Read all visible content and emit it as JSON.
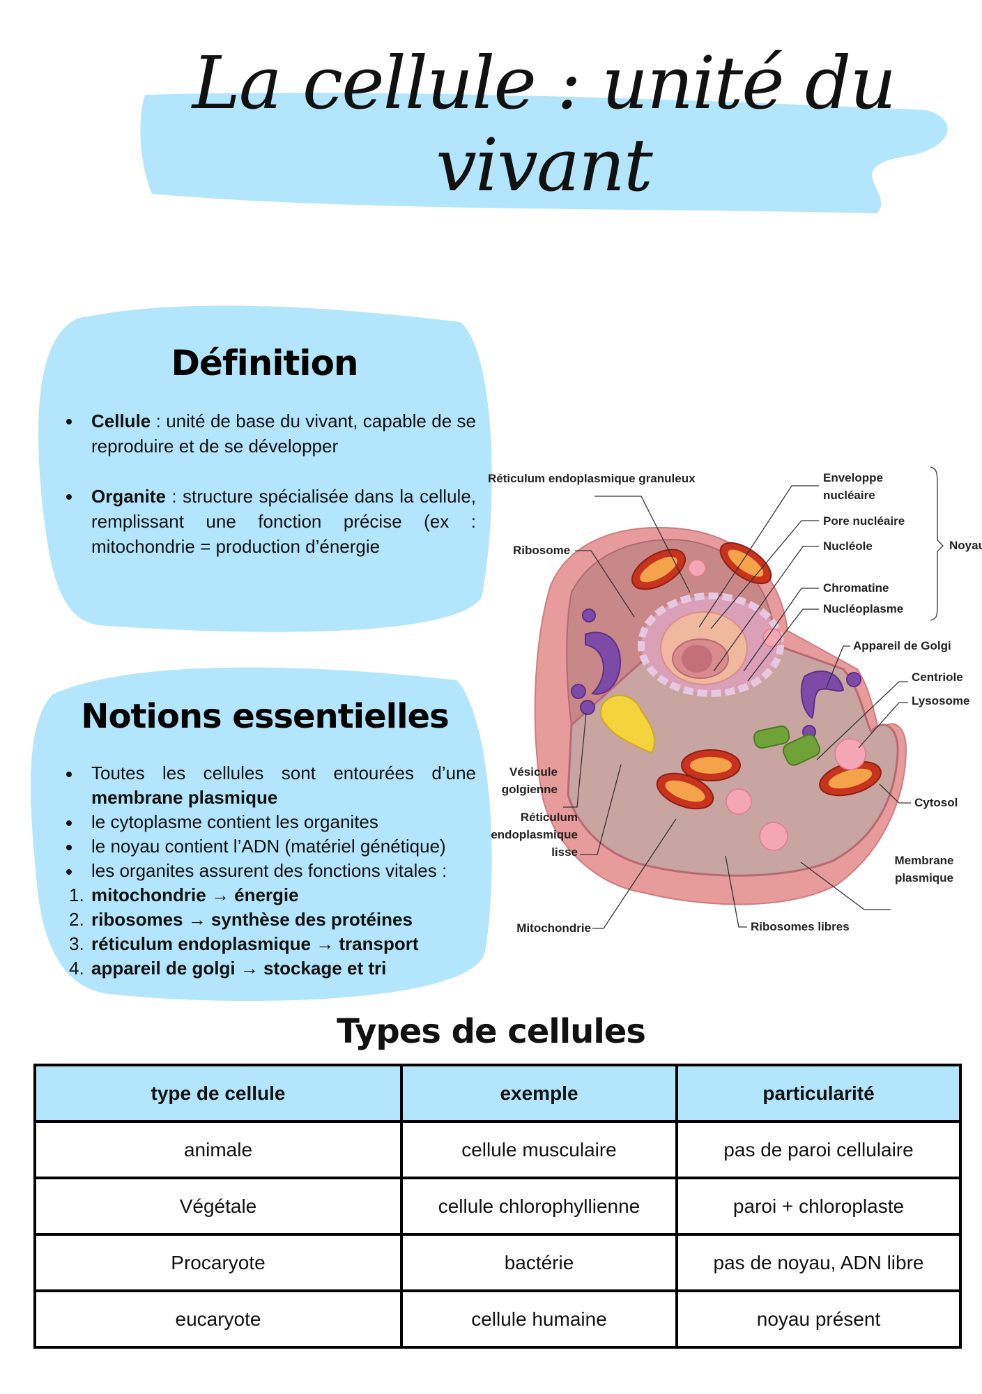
{
  "title": "La cellule : unité du vivant",
  "definition": {
    "heading": "Définition",
    "items": [
      {
        "term": "Cellule",
        "text": " : unité de base du vivant, capable de se reproduire et de se développer"
      },
      {
        "term": "Organite",
        "text": " : structure spécialisée dans la cellule, remplissant une fonction précise (ex : mitochondrie = production d’énergie"
      }
    ]
  },
  "notions": {
    "heading": "Notions essentielles",
    "bullets": [
      {
        "text": "Toutes les cellules sont entourées d’une ",
        "bold": "membrane plasmique"
      },
      {
        "text": "le cytoplasme contient les organites"
      },
      {
        "text": "le noyau contient l’ADN (matériel génétique)"
      },
      {
        "text": "les organites assurent des fonctions vitales :"
      }
    ],
    "numbered": [
      {
        "n": "1.",
        "text": "mitochondrie → énergie"
      },
      {
        "n": "2.",
        "text": "ribosomes → synthèse des protéines"
      },
      {
        "n": "3.",
        "text": "réticulum endoplasmique → transport"
      },
      {
        "n": "4.",
        "text": "appareil de golgi → stockage et tri"
      }
    ]
  },
  "diagram": {
    "labels": {
      "reg": "Réticulum endoplasmique granuleux",
      "ribosome": "Ribosome",
      "enveloppe": "Enveloppe nucléaire",
      "pore": "Pore nucléaire",
      "nucleole": "Nucléole",
      "chromatine": "Chromatine",
      "nucleoplasme": "Nucléoplasme",
      "noyau": "Noyau",
      "golgi": "Appareil de Golgi",
      "centriole": "Centriole",
      "lysosome": "Lysosome",
      "cytosol": "Cytosol",
      "membrane": "Membrane plasmique",
      "ribosomes_libres": "Ribosomes libres",
      "mitochondrie": "Mitochondrie",
      "rel": "Réticulum endoplasmique lisse",
      "vesicule": "Vésicule golgienne"
    }
  },
  "types": {
    "heading": "Types de cellules",
    "columns": [
      "type de cellule",
      "exemple",
      "particularité"
    ],
    "rows": [
      [
        "animale",
        "cellule musculaire",
        "pas de paroi cellulaire"
      ],
      [
        "Végétale",
        "cellule chlorophyllienne",
        "paroi + chloroplaste"
      ],
      [
        "Procaryote",
        "bactérie",
        "pas de noyau, ADN libre"
      ],
      [
        "eucaryote",
        "cellule humaine",
        "noyau présent"
      ]
    ]
  },
  "colors": {
    "accent": "#b3e5fc",
    "text": "#111111"
  }
}
